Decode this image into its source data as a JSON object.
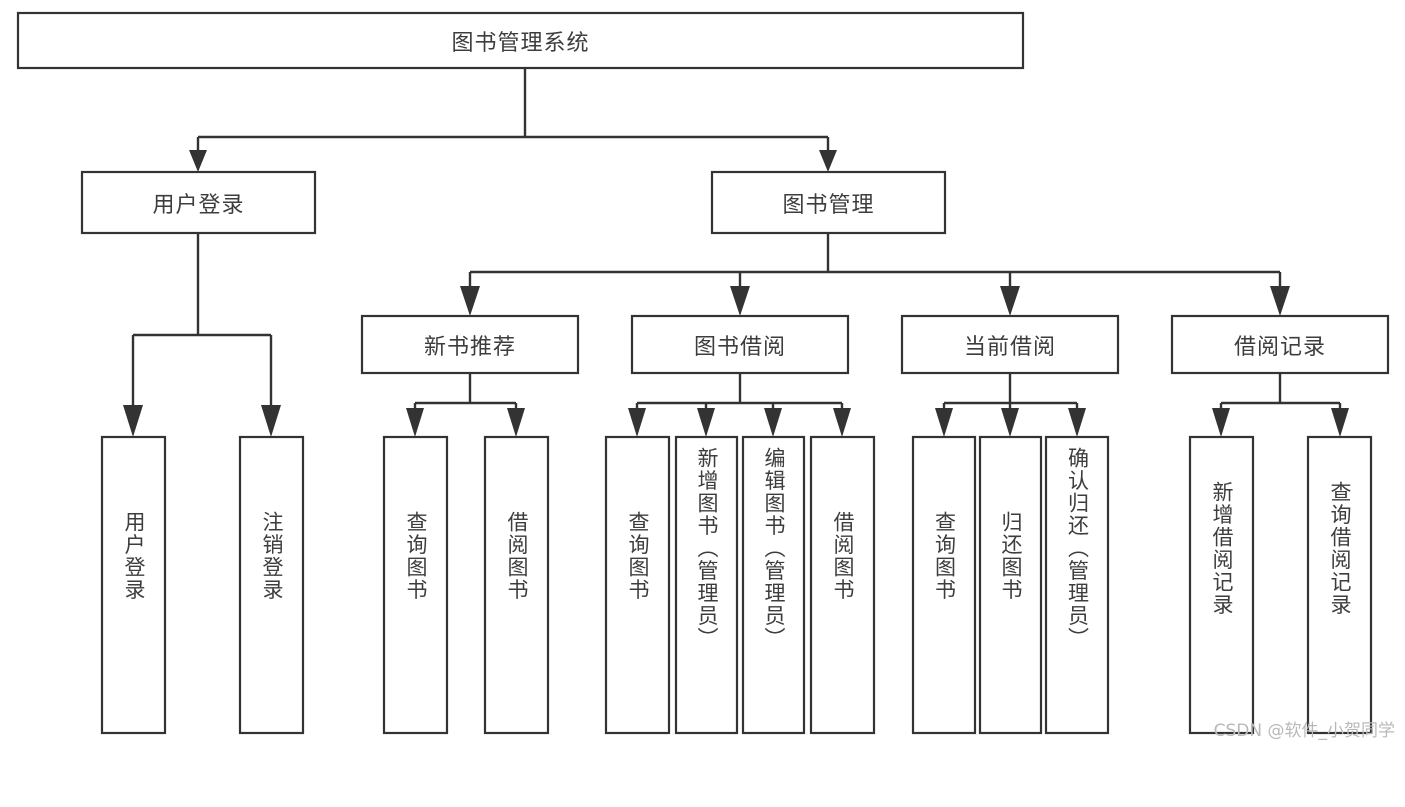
{
  "diagram": {
    "type": "tree-hierarchy",
    "title_node": "图书管理系统",
    "watermark": "CSDN @软件_小贺同学",
    "colors": {
      "box_stroke": "#333333",
      "box_fill": "#ffffff",
      "text": "#3d3d3d",
      "connector": "#333333",
      "background": "#ffffff",
      "watermark": "#b9b9b9"
    },
    "levels": {
      "level1": [
        "图书管理系统"
      ],
      "level2": [
        "用户登录",
        "图书管理"
      ],
      "level3": [
        "新书推荐",
        "图书借阅",
        "当前借阅",
        "借阅记录"
      ],
      "level4": [
        "用户登录",
        "注销登录",
        "查询图书",
        "借阅图书",
        "查询图书",
        "新增图书（管理员）",
        "编辑图书（管理员）",
        "借阅图书",
        "查询图书",
        "归还图书",
        "确认归还（管理员）",
        "新增借阅记录",
        "查询借阅记录"
      ]
    },
    "nodes": {
      "root": {
        "label": "图书管理系统"
      },
      "user_login": {
        "label": "用户登录"
      },
      "book_manage": {
        "label": "图书管理"
      },
      "new_book_rec": {
        "label": "新书推荐"
      },
      "book_borrow": {
        "label": "图书借阅"
      },
      "current_borrow": {
        "label": "当前借阅"
      },
      "borrow_record": {
        "label": "借阅记录"
      },
      "leaf_user_login": {
        "label": "用户登录"
      },
      "leaf_user_logout": {
        "label": "注销登录"
      },
      "leaf_query_book_1": {
        "label": "查询图书"
      },
      "leaf_borrow_book_1": {
        "label": "借阅图书"
      },
      "leaf_query_book_2": {
        "label": "查询图书"
      },
      "leaf_add_book": {
        "label": "新增图书（管理员）"
      },
      "leaf_edit_book": {
        "label": "编辑图书（管理员）"
      },
      "leaf_borrow_book_2": {
        "label": "借阅图书"
      },
      "leaf_query_book_3": {
        "label": "查询图书"
      },
      "leaf_return_book": {
        "label": "归还图书"
      },
      "leaf_confirm_return": {
        "label": "确认归还（管理员）"
      },
      "leaf_add_record": {
        "label": "新增借阅记录"
      },
      "leaf_query_record": {
        "label": "查询借阅记录"
      }
    },
    "edges": [
      {
        "from": "root",
        "to": "user_login"
      },
      {
        "from": "root",
        "to": "book_manage"
      },
      {
        "from": "user_login",
        "to": "leaf_user_login"
      },
      {
        "from": "user_login",
        "to": "leaf_user_logout"
      },
      {
        "from": "book_manage",
        "to": "new_book_rec"
      },
      {
        "from": "book_manage",
        "to": "book_borrow"
      },
      {
        "from": "book_manage",
        "to": "current_borrow"
      },
      {
        "from": "book_manage",
        "to": "borrow_record"
      },
      {
        "from": "new_book_rec",
        "to": "leaf_query_book_1"
      },
      {
        "from": "new_book_rec",
        "to": "leaf_borrow_book_1"
      },
      {
        "from": "book_borrow",
        "to": "leaf_query_book_2"
      },
      {
        "from": "book_borrow",
        "to": "leaf_add_book"
      },
      {
        "from": "book_borrow",
        "to": "leaf_edit_book"
      },
      {
        "from": "book_borrow",
        "to": "leaf_borrow_book_2"
      },
      {
        "from": "current_borrow",
        "to": "leaf_query_book_3"
      },
      {
        "from": "current_borrow",
        "to": "leaf_return_book"
      },
      {
        "from": "current_borrow",
        "to": "leaf_confirm_return"
      },
      {
        "from": "borrow_record",
        "to": "leaf_add_record"
      },
      {
        "from": "borrow_record",
        "to": "leaf_query_record"
      }
    ]
  }
}
